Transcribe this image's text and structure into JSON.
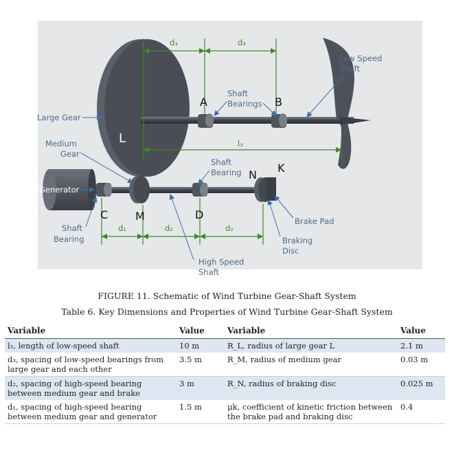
{
  "diagram": {
    "dims": {
      "d3_left": "d₃",
      "d3_right": "d₃",
      "l3": "l₃",
      "d1": "d₁",
      "d2_left": "d₂",
      "d2_right": "d₂"
    },
    "letters": {
      "A": "A",
      "B": "B",
      "L": "L",
      "N": "N",
      "K": "K",
      "C": "C",
      "M": "M",
      "D": "D"
    },
    "labels": {
      "low_speed_shaft": [
        "Low Speed",
        "Shaft"
      ],
      "shaft_bearings_top": [
        "Shaft",
        "Bearings"
      ],
      "large_gear": "Large Gear",
      "medium_gear": [
        "Medium",
        "Gear"
      ],
      "shaft_bearing_mid": [
        "Shaft",
        "Bearing"
      ],
      "generator": "Generator",
      "shaft_bearing_left": [
        "Shaft",
        "Bearing"
      ],
      "brake_pad": "Brake Pad",
      "braking_disc": [
        "Braking",
        "Disc"
      ],
      "high_speed_shaft": [
        "High Speed",
        "Shaft"
      ]
    }
  },
  "figure_caption": "FIGURE 11.  Schematic of Wind Turbine Gear-Shaft System",
  "table_caption": "Table 6.  Key Dimensions and Properties of Wind Turbine Gear-Shaft System",
  "table": {
    "headers": [
      "Variable",
      "Value",
      "Variable",
      "Value"
    ],
    "rows": [
      {
        "var1": "l₃, length of low-speed shaft",
        "val1": "10 m",
        "var2": "R_L, radius of large gear L",
        "val2": "2.1 m"
      },
      {
        "var1": "d₃, spacing of low-speed bearings from large gear and each other",
        "val1": "3.5 m",
        "var2": "R_M, radius of medium gear",
        "val2": "0.03 m"
      },
      {
        "var1": "d₂, spacing of high-speed bearing between medium gear and brake",
        "val1": "3 m",
        "var2": "R_N, radius of braking disc",
        "val2": "0.025 m"
      },
      {
        "var1": "d₁, spacing of high-speed bearing between medium gear and generator",
        "val1": "1.5 m",
        "var2": "μk, coefficient of kinetic friction between the brake pad and braking disc",
        "val2": "0.4"
      }
    ]
  }
}
